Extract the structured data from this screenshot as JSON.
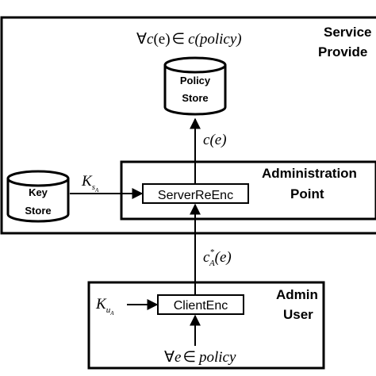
{
  "provider": {
    "label_line1": "Service",
    "label_line2": "Provide"
  },
  "policy_store": {
    "line1": "Policy",
    "line2": "Store"
  },
  "key_store": {
    "line1": "Key",
    "line2": "Store"
  },
  "admin_point": {
    "label_line1": "Administration",
    "label_line2": "Point"
  },
  "admin_user": {
    "label_line1": "Admin",
    "label_line2": "User"
  },
  "server_reenc": {
    "label": "ServerReEnc"
  },
  "client_enc": {
    "label": "ClientEnc"
  },
  "formulas": {
    "top_forall": "∀",
    "top_c1": "c",
    "top_e1": "(e)",
    "top_in": "∈",
    "top_c2": "c",
    "top_policy": "(policy)",
    "ce_c": "c",
    "ce_e": "(e)",
    "ksa_k": "K",
    "ksa_s": "s",
    "ksa_a": "A",
    "kua_k": "K",
    "kua_u": "u",
    "kua_a": "A",
    "ca_c": "c",
    "ca_star": "*",
    "ca_a": "A",
    "ca_e": "(e)",
    "bottom_forall": "∀",
    "bottom_e": "e",
    "bottom_in": "∈",
    "bottom_policy": "policy"
  },
  "colors": {
    "stroke": "#000000",
    "background": "#ffffff"
  }
}
